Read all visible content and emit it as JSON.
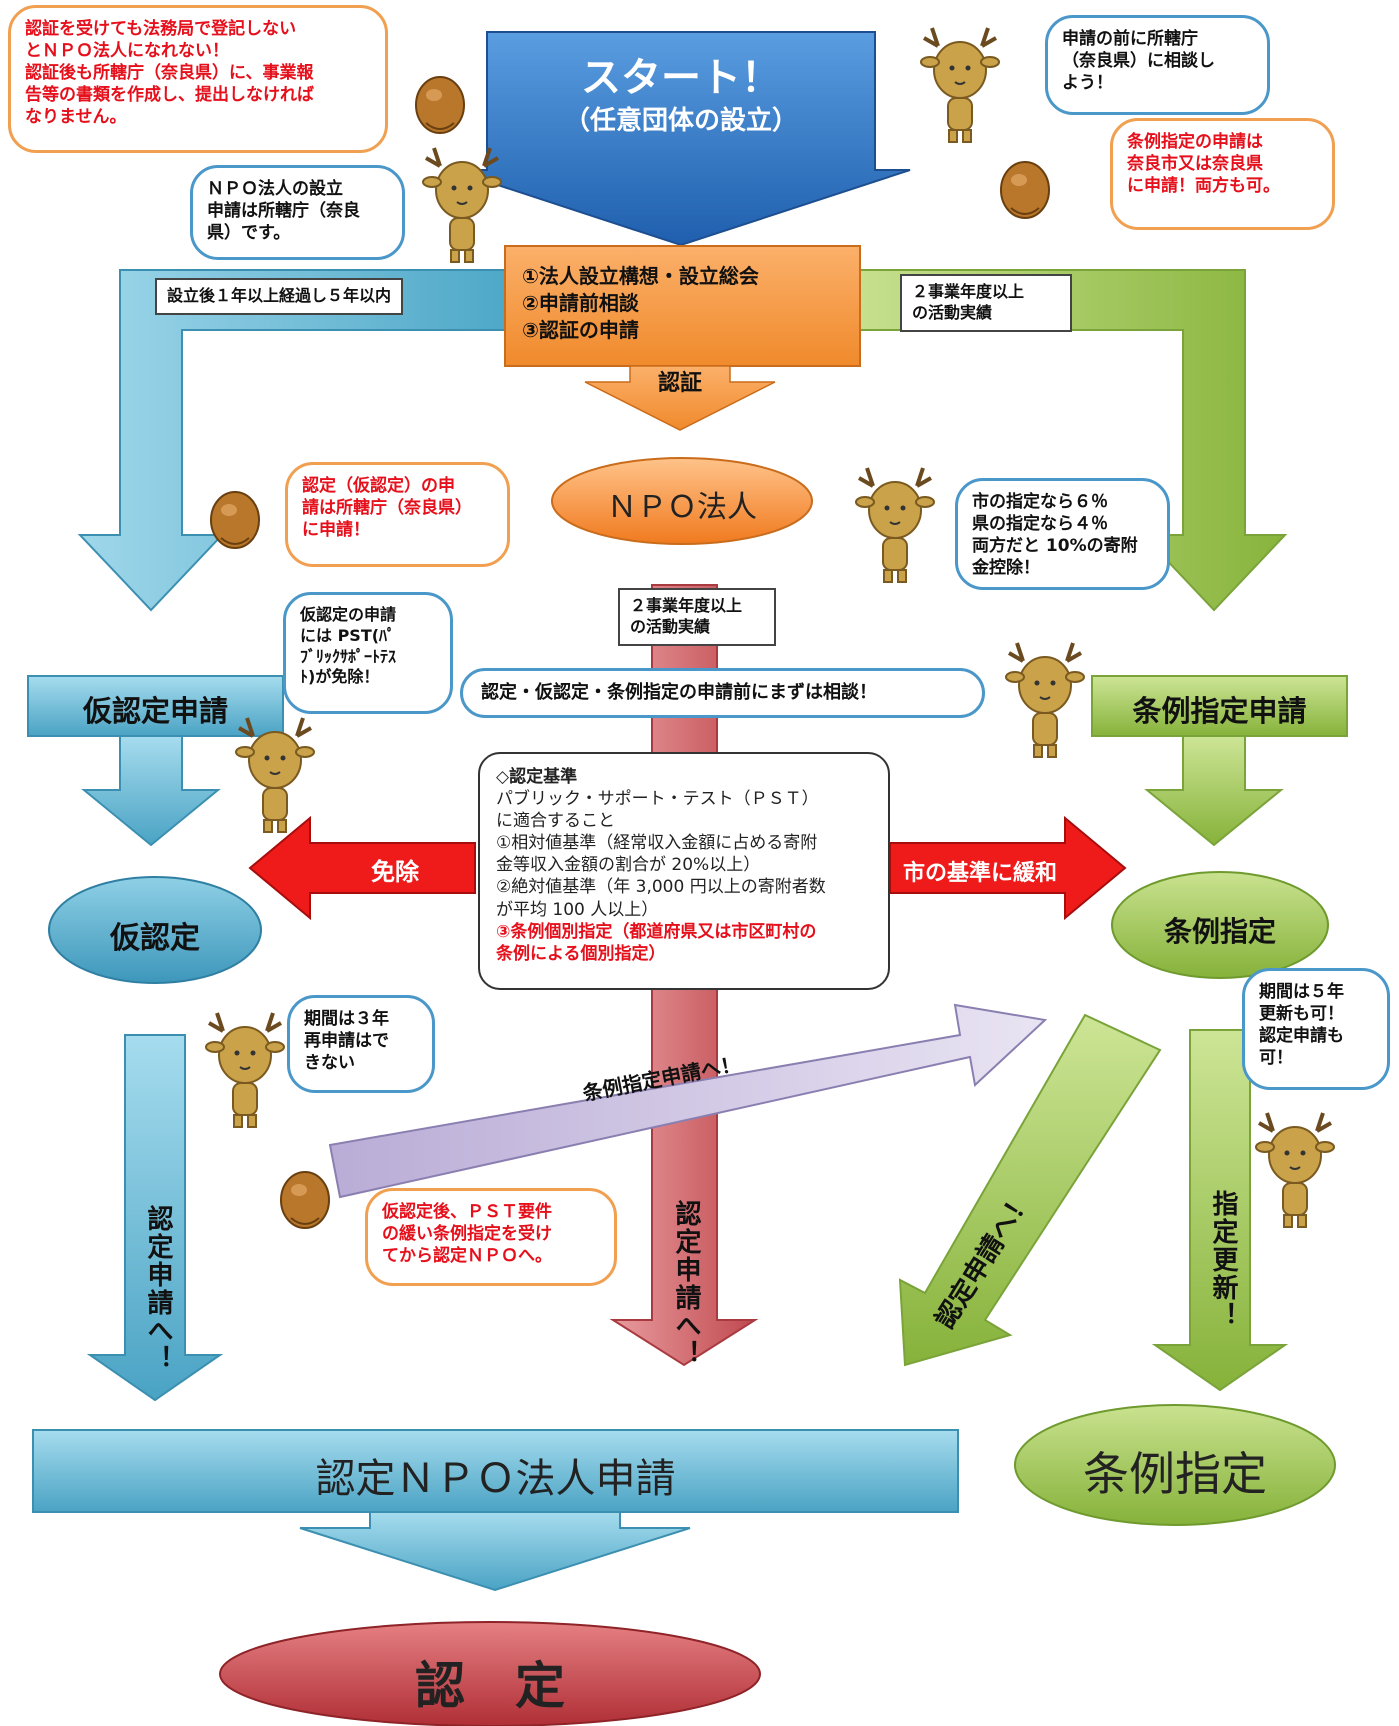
{
  "start": {
    "title": "スタート！",
    "subtitle": "（任意団体の設立）"
  },
  "steps": {
    "line1": "①法人設立構想・設立総会",
    "line2": "②申請前相談",
    "line3": "③認証の申請"
  },
  "arrows": {
    "ninsho": "認証",
    "left_condition": "設立後１年以上経過し５年以内",
    "right_condition_l1": "２事業年度以上",
    "right_condition_l2": "の活動実績",
    "center_condition_l1": "２事業年度以上",
    "center_condition_l2": "の活動実績",
    "menjo": "免除",
    "kanwa": "市の基準に緩和",
    "to_jorei": "条例指定申請へ！",
    "nintei_left": "認定申請へ！",
    "nintei_center": "認定申請へ！",
    "nintei_right_diag": "認定申請へ！",
    "shitei_koushin": "指定更新！"
  },
  "nodes": {
    "npo": "ＮＰＯ法人",
    "kari_shinsei": "仮認定申請",
    "kari": "仮認定",
    "jorei_shinsei": "条例指定申請",
    "jorei": "条例指定",
    "nintei_npo_shinsei": "認定ＮＰＯ法人申請",
    "jorei_final": "条例指定",
    "nintei_final": "認　定"
  },
  "consult": "認定・仮認定・条例指定の申請前にまずは相談！",
  "criteria": {
    "title": "◇認定基準",
    "l1": "パブリック・サポート・テスト（ＰＳＴ）",
    "l2": "に適合すること",
    "l3": "①相対値基準（経常収入金額に占める寄附",
    "l4": "金等収入金額の割合が 20%以上）",
    "l5": "②絶対値基準（年 3,000 円以上の寄附者数",
    "l6": "が平均 100 人以上）",
    "l7": "③条例個別指定（都道府県又は市区町村の",
    "l8": "条例による個別指定）"
  },
  "bubbles": {
    "top_left_l1": "認証を受けても法務局で登記しない",
    "top_left_l2": "とＮＰＯ法人になれない！",
    "top_left_l3": "認証後も所轄庁（奈良県）に、事業報",
    "top_left_l4": "告等の書類を作成し、提出しなければ",
    "top_left_l5": "なりません。",
    "setsuritsu_l1": "ＮＰＯ法人の設立",
    "setsuritsu_l2": "申請は所轄庁（奈良",
    "setsuritsu_l3": "県）です。",
    "top_right_l1": "申請の前に所轄庁",
    "top_right_l2": "（奈良県）に相談し",
    "top_right_l3": "よう！",
    "jorei_apply_l1": "条例指定の申請は",
    "jorei_apply_l2": "奈良市又は奈良県",
    "jorei_apply_l3": "に申請！両方も可。",
    "kari_apply_l1": "認定（仮認定）の申",
    "kari_apply_l2": "請は所轄庁（奈良県）",
    "kari_apply_l3": "に申請！",
    "kojo_l1": "市の指定なら６％",
    "kojo_l2": "県の指定なら４％",
    "kojo_l3": "両方だと 10%の寄附",
    "kojo_l4": "金控除！",
    "pst_l1": "仮認定の申請",
    "pst_l2": "には PST(ﾊﾟ",
    "pst_l3": "ﾌﾞﾘｯｸｻﾎﾟｰﾄﾃｽ",
    "pst_l4": "ﾄ)が免除！",
    "kikan3_l1": "期間は３年",
    "kikan3_l2": "再申請はで",
    "kikan3_l3": "きない",
    "kikan5_l1": "期間は５年",
    "kikan5_l2": "更新も可！",
    "kikan5_l3": "認定申請も",
    "kikan5_l4": "可！",
    "after_kari_l1": "仮認定後、ＰＳＴ要件",
    "after_kari_l2": "の緩い条例指定を受け",
    "after_kari_l3": "てから認定ＮＰＯへ。"
  },
  "colors": {
    "start_blue": "#2f74c4",
    "steps_orange": "#f5953d",
    "blue_flow": "#5fb3cf",
    "green_flow": "#9cc24f",
    "red_flow": "#c8555a",
    "purple_flow": "#b4a7cf",
    "arrow_red": "#ef1b1b"
  }
}
